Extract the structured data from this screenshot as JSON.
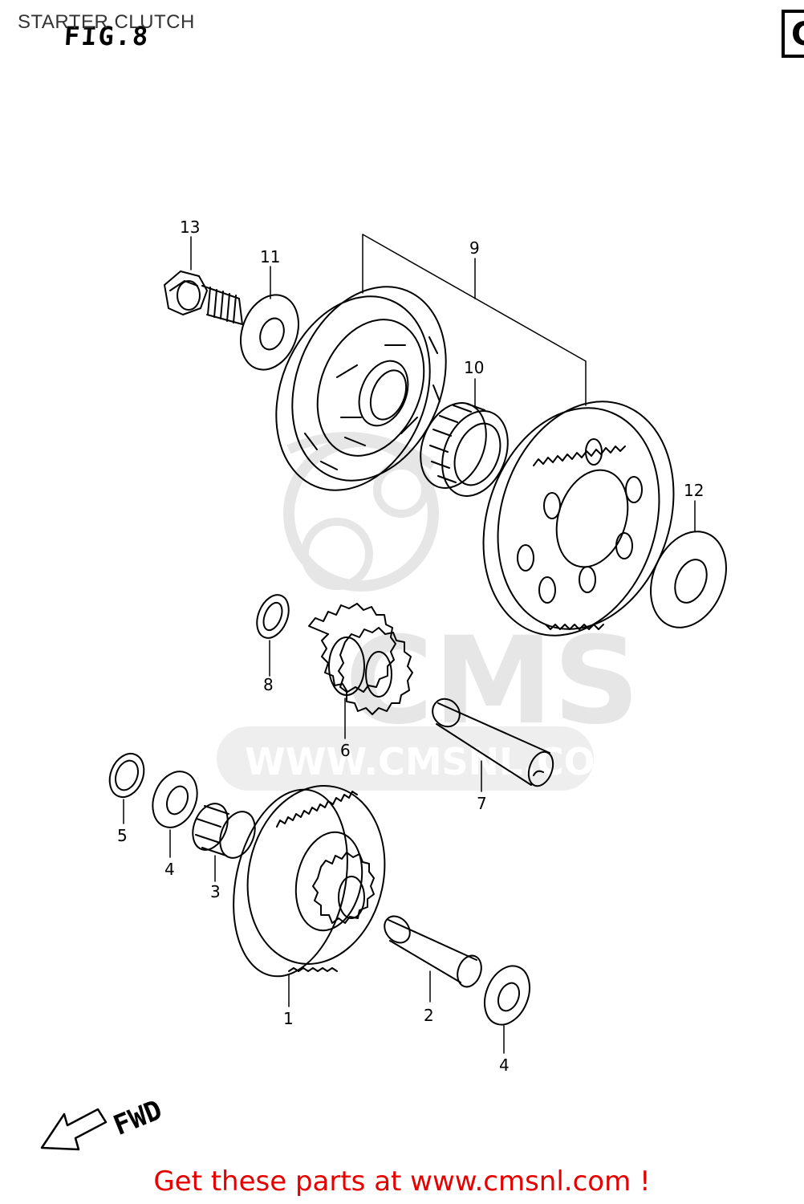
{
  "header": {
    "title": "STARTER CLUTCH",
    "figure": "FIG.8"
  },
  "watermark": {
    "brand": "CMS",
    "url": "WWW.CMSNL.COM"
  },
  "callouts": {
    "c1": "1",
    "c2": "2",
    "c3": "3",
    "c4a": "4",
    "c4b": "4",
    "c5": "5",
    "c6": "6",
    "c7": "7",
    "c8": "8",
    "c9": "9",
    "c10": "10",
    "c11": "11",
    "c12": "12",
    "c13": "13"
  },
  "direction": "FWD",
  "footer": {
    "cta": "Get these parts at www.cmsnl.com !"
  },
  "colors": {
    "footer_text": "#e60000",
    "line_art": "#000000",
    "watermark": "#e6e6e6"
  }
}
